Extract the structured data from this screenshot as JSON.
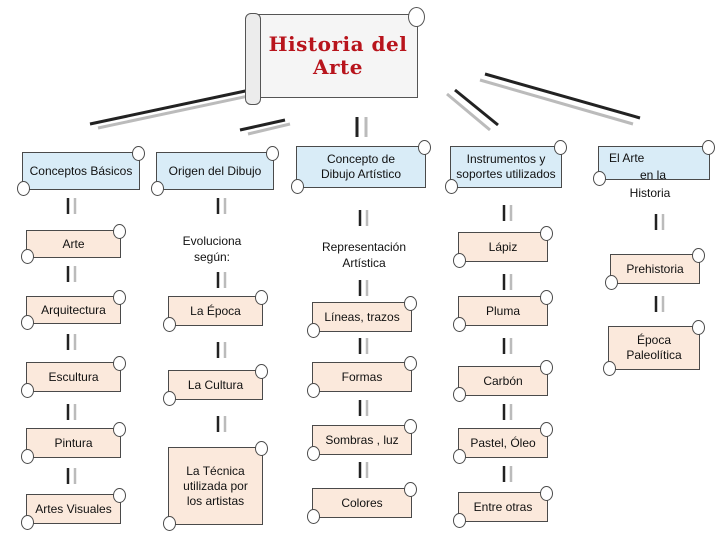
{
  "title": "Historia del Arte",
  "colors": {
    "title_red": "#b8141c",
    "blue_box": "#d9ecf7",
    "peach_box": "#fbe9dc"
  },
  "columns": [
    {
      "header": "Conceptos Básicos",
      "items": [
        "Arte",
        "Arquitectura",
        "Escultura",
        "Pintura",
        "Artes Visuales"
      ]
    },
    {
      "header": "Origen del Dibujo",
      "connector": "Evoluciona según:",
      "items": [
        "La Época",
        "La Cultura",
        "La Técnica utilizada por los artistas"
      ]
    },
    {
      "header": "Concepto de Dibujo Artístico",
      "connector": "Representación Artística",
      "items": [
        "Líneas, trazos",
        "Formas",
        "Sombras , luz",
        "Colores"
      ]
    },
    {
      "header": "Instrumentos y soportes utilizados",
      "items": [
        "Lápiz",
        "Pluma",
        "Carbón",
        "Pastel, Óleo",
        "Entre otras"
      ]
    },
    {
      "header_line1": "El Arte",
      "header_line2": "en la",
      "header_line3": "Historia",
      "items": [
        "Prehistoria",
        "Época Paleolítica"
      ]
    }
  ]
}
